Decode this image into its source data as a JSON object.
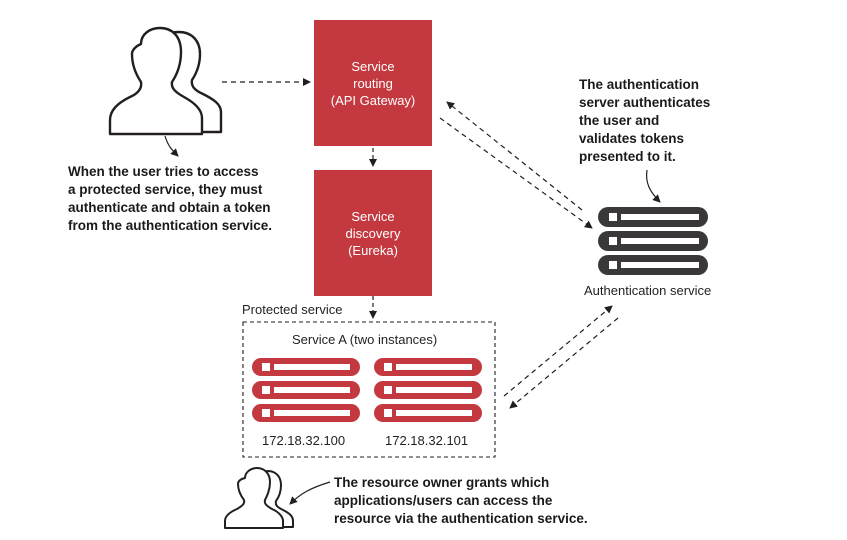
{
  "gateway": {
    "lines": "Service\nrouting\n(API Gateway)"
  },
  "discovery": {
    "lines": "Service\ndiscovery\n(Eureka)"
  },
  "notes": {
    "user": "When the user tries to access\na protected service, they must\nauthenticate and obtain a token\nfrom the authentication service.",
    "auth_server": "The authentication\nserver authenticates\nthe user and\nvalidates tokens\npresented to it.",
    "owner": "The resource owner grants which\napplications/users can access the\nresource via the authentication service."
  },
  "labels": {
    "auth_service": "Authentication service",
    "protected_service": "Protected service",
    "service_a": "Service A (two instances)",
    "ip_1": "172.18.32.100",
    "ip_2": "172.18.32.101"
  },
  "colors": {
    "accent": "#c3393f",
    "server_dark": "#3a3838",
    "text": "#231f20"
  },
  "icons": [
    "user-icon",
    "resource-owner-icon",
    "auth-server-icon",
    "server-instance-icon"
  ]
}
